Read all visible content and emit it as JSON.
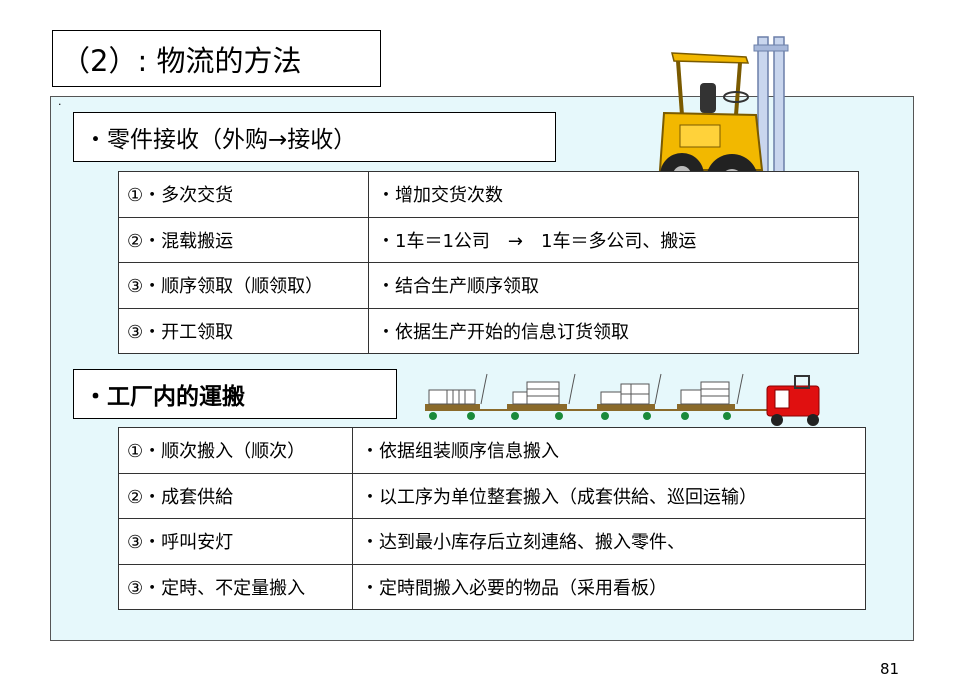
{
  "title": "（2）: 物流的方法",
  "section1": {
    "heading": "・零件接收（外购→接收）",
    "rows": [
      {
        "label": "①・多次交货",
        "desc": "・增加交货次数"
      },
      {
        "label": "②・混载搬运",
        "desc": "・1车＝1公司　→　1车＝多公司、搬运"
      },
      {
        "label": "③・顺序领取（顺领取）",
        "desc": "・结合生产顺序领取"
      },
      {
        "label": "③・开工领取",
        "desc": "・依据生产开始的信息订货领取"
      }
    ]
  },
  "section2": {
    "heading": "・工厂内的運搬",
    "rows": [
      {
        "label": "①・顺次搬入（顺次）",
        "desc": "・依据组装顺序信息搬入"
      },
      {
        "label": "②・成套供給",
        "desc": "・以工序为单位整套搬入（成套供給、巡回运输）"
      },
      {
        "label": "③・呼叫安灯",
        "desc": "・达到最小库存后立刻連絡、搬入零件、"
      },
      {
        "label": "③・定時、不定量搬入",
        "desc": "・定時間搬入必要的物品（采用看板）"
      }
    ]
  },
  "page_number": "81",
  "colors": {
    "panel": "#e6f8fb",
    "forklift_body": "#f2b800",
    "tractor": "#e01010",
    "cart": "#8a6a2a"
  }
}
